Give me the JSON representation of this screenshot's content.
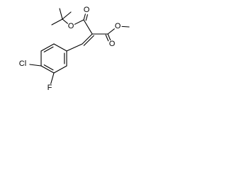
{
  "molecule": {
    "atoms": [
      {
        "id": "a0",
        "symbol": "C"
      },
      {
        "id": "a1",
        "symbol": "C"
      },
      {
        "id": "a2",
        "symbol": "C"
      },
      {
        "id": "a3",
        "symbol": "C"
      },
      {
        "id": "a4",
        "symbol": "C"
      },
      {
        "id": "a5",
        "symbol": "C"
      },
      {
        "id": "a6",
        "symbol": "C"
      },
      {
        "id": "a7",
        "symbol": "C"
      },
      {
        "id": "a8",
        "symbol": "C"
      },
      {
        "id": "a9",
        "symbol": "O"
      },
      {
        "id": "a10",
        "symbol": "O"
      },
      {
        "id": "a11",
        "symbol": "C"
      },
      {
        "id": "a12",
        "symbol": "C"
      },
      {
        "id": "a13",
        "symbol": "C"
      },
      {
        "id": "a14",
        "symbol": "C"
      },
      {
        "id": "a15",
        "symbol": "C"
      },
      {
        "id": "a16",
        "symbol": "O"
      },
      {
        "id": "a17",
        "symbol": "O"
      },
      {
        "id": "a18",
        "symbol": "C"
      },
      {
        "id": "a19",
        "symbol": "Cl"
      },
      {
        "id": "a20",
        "symbol": "F"
      }
    ],
    "bonds": [
      {
        "from": "a0",
        "to": "a1",
        "order": 2
      },
      {
        "from": "a1",
        "to": "a2",
        "order": 1
      },
      {
        "from": "a2",
        "to": "a3",
        "order": 2
      },
      {
        "from": "a3",
        "to": "a4",
        "order": 1
      },
      {
        "from": "a4",
        "to": "a5",
        "order": 2
      },
      {
        "from": "a5",
        "to": "a0",
        "order": 1
      },
      {
        "from": "a2",
        "to": "a6",
        "order": 1
      },
      {
        "from": "a6",
        "to": "a7",
        "order": 2
      },
      {
        "from": "a7",
        "to": "a8",
        "order": 1
      },
      {
        "from": "a8",
        "to": "a9",
        "order": 2
      },
      {
        "from": "a8",
        "to": "a10",
        "order": 1
      },
      {
        "from": "a10",
        "to": "a11",
        "order": 1
      },
      {
        "from": "a11",
        "to": "a12",
        "order": 1
      },
      {
        "from": "a11",
        "to": "a13",
        "order": 1
      },
      {
        "from": "a11",
        "to": "a14",
        "order": 1
      },
      {
        "from": "a7",
        "to": "a15",
        "order": 1
      },
      {
        "from": "a15",
        "to": "a16",
        "order": 2
      },
      {
        "from": "a15",
        "to": "a17",
        "order": 1
      },
      {
        "from": "a17",
        "to": "a18",
        "order": 1
      },
      {
        "from": "a5",
        "to": "a19",
        "order": 1
      },
      {
        "from": "a4",
        "to": "a20",
        "order": 1
      }
    ]
  }
}
